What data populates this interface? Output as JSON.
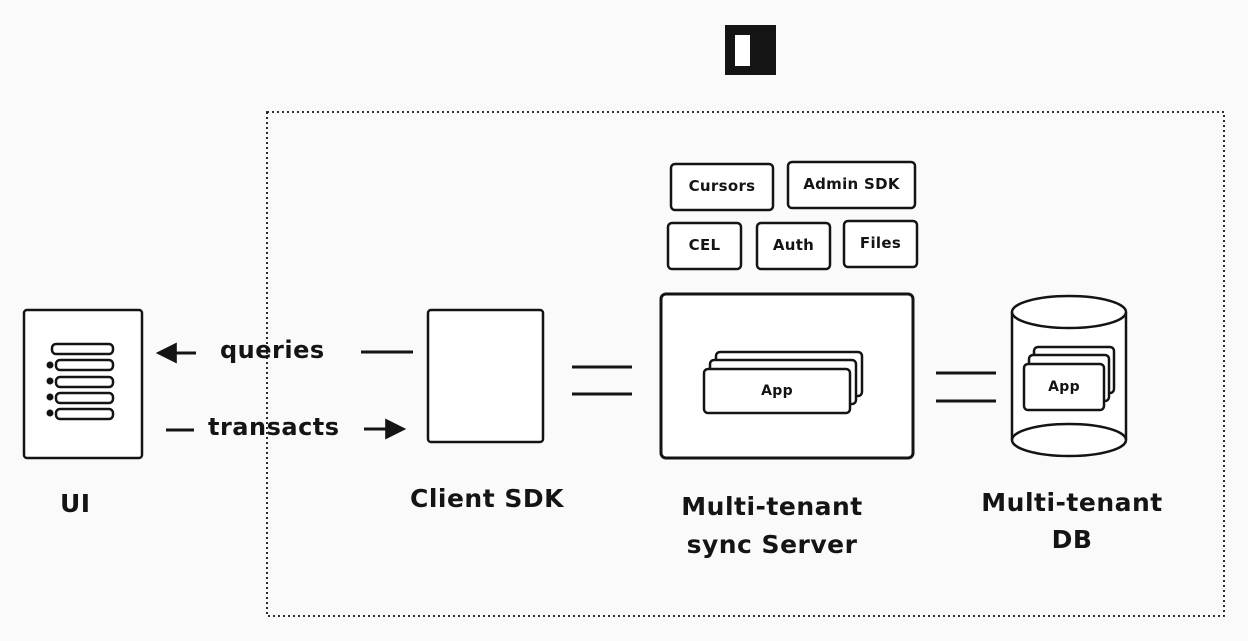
{
  "components": {
    "ui": "UI",
    "client_sdk": "Client SDK",
    "server_line1": "Multi-tenant",
    "server_line2": "sync Server",
    "db_line1": "Multi-tenant",
    "db_line2": "DB"
  },
  "edges": {
    "queries": "queries",
    "transacts": "transacts"
  },
  "modules": {
    "cursors": "Cursors",
    "admin_sdk": "Admin SDK",
    "cel": "CEL",
    "auth": "Auth",
    "files": "Files"
  },
  "app_cards": {
    "server_app": "App",
    "db_app": "App"
  },
  "colors": {
    "ink": "#141414",
    "background": "#fafafa",
    "card_fill": "#ffffff"
  },
  "icons": {
    "logo": "brand-logo-icon",
    "ui_list": "list-document-icon",
    "db": "database-cylinder-icon"
  }
}
